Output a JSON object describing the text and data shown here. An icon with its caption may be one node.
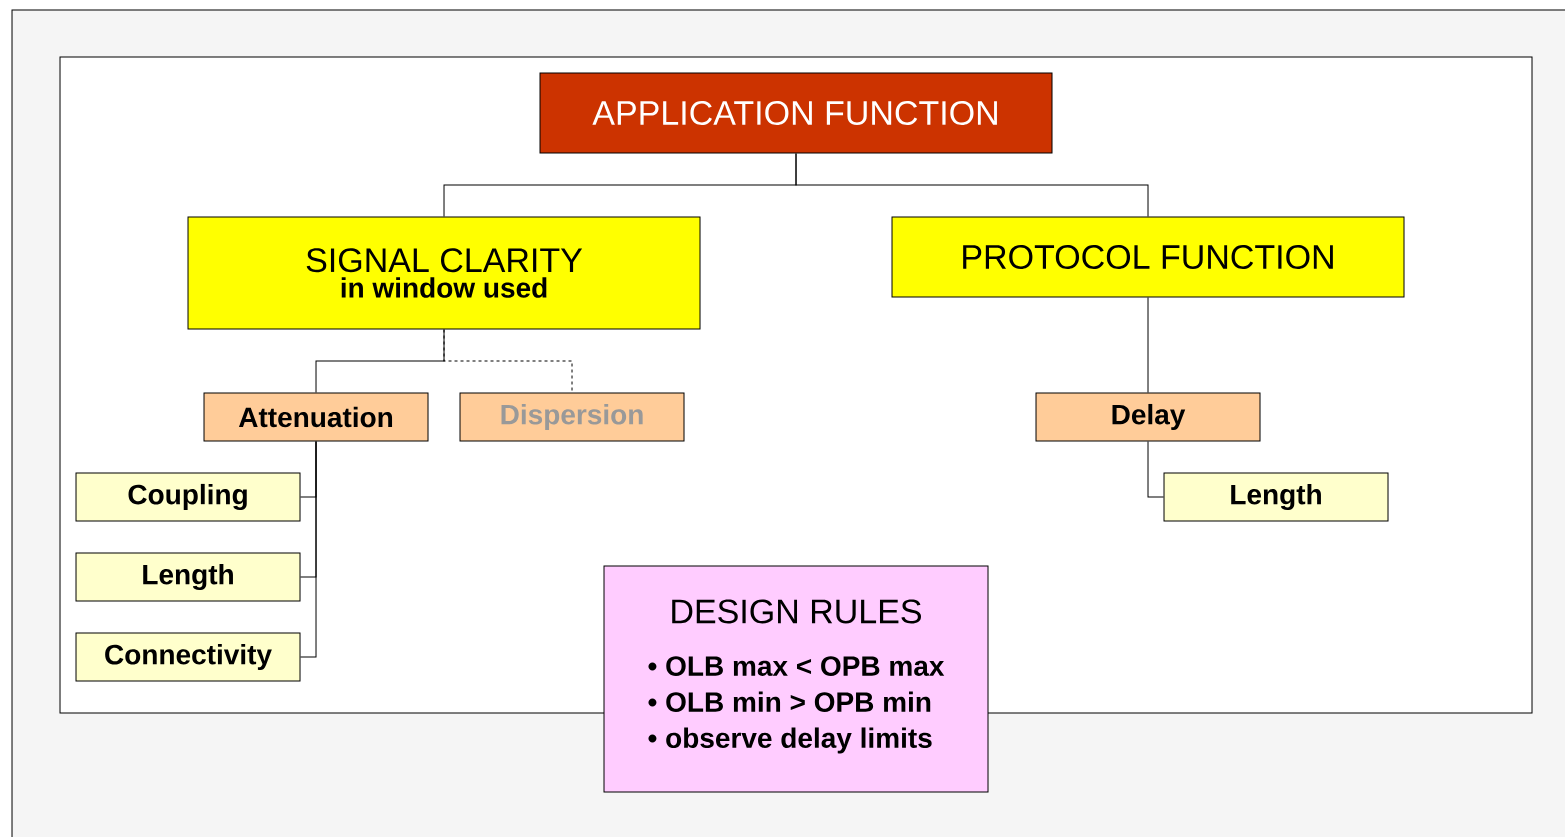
{
  "diagram": {
    "nodes": [
      {
        "text": [
          "APPLICATION FUNCTION"
        ]
      },
      {
        "text": [
          "SIGNAL CLARITY",
          "in window used"
        ]
      },
      {
        "text": [
          "PROTOCOL FUNCTION"
        ]
      },
      {
        "text": [
          "Attenuation"
        ]
      },
      {
        "text": [
          "Dispersion"
        ]
      },
      {
        "text": [
          "Delay"
        ]
      },
      {
        "text": [
          "Coupling"
        ]
      },
      {
        "text": [
          "Length"
        ]
      },
      {
        "text": [
          "Connectivity"
        ]
      },
      {
        "text": [
          "Length"
        ]
      },
      {
        "text": [
          "DESIGN RULES",
          "• OLB max < OPB max",
          "• OLB min > OPB min",
          "• observe delay limits"
        ]
      }
    ],
    "edges": [
      {
        "from": 0,
        "to": 1,
        "arrow": "none"
      },
      {
        "from": 0,
        "to": 2,
        "arrow": "none"
      },
      {
        "from": 1,
        "to": 3,
        "arrow": "none"
      },
      {
        "from": 1,
        "to": 4,
        "arrow": "none",
        "style": "dashed"
      },
      {
        "from": 2,
        "to": 5,
        "arrow": "none"
      },
      {
        "from": 3,
        "to": 6,
        "arrow": "none"
      },
      {
        "from": 3,
        "to": 7,
        "arrow": "none"
      },
      {
        "from": 3,
        "to": 8,
        "arrow": "none"
      },
      {
        "from": 5,
        "to": 9,
        "arrow": "none"
      }
    ]
  }
}
